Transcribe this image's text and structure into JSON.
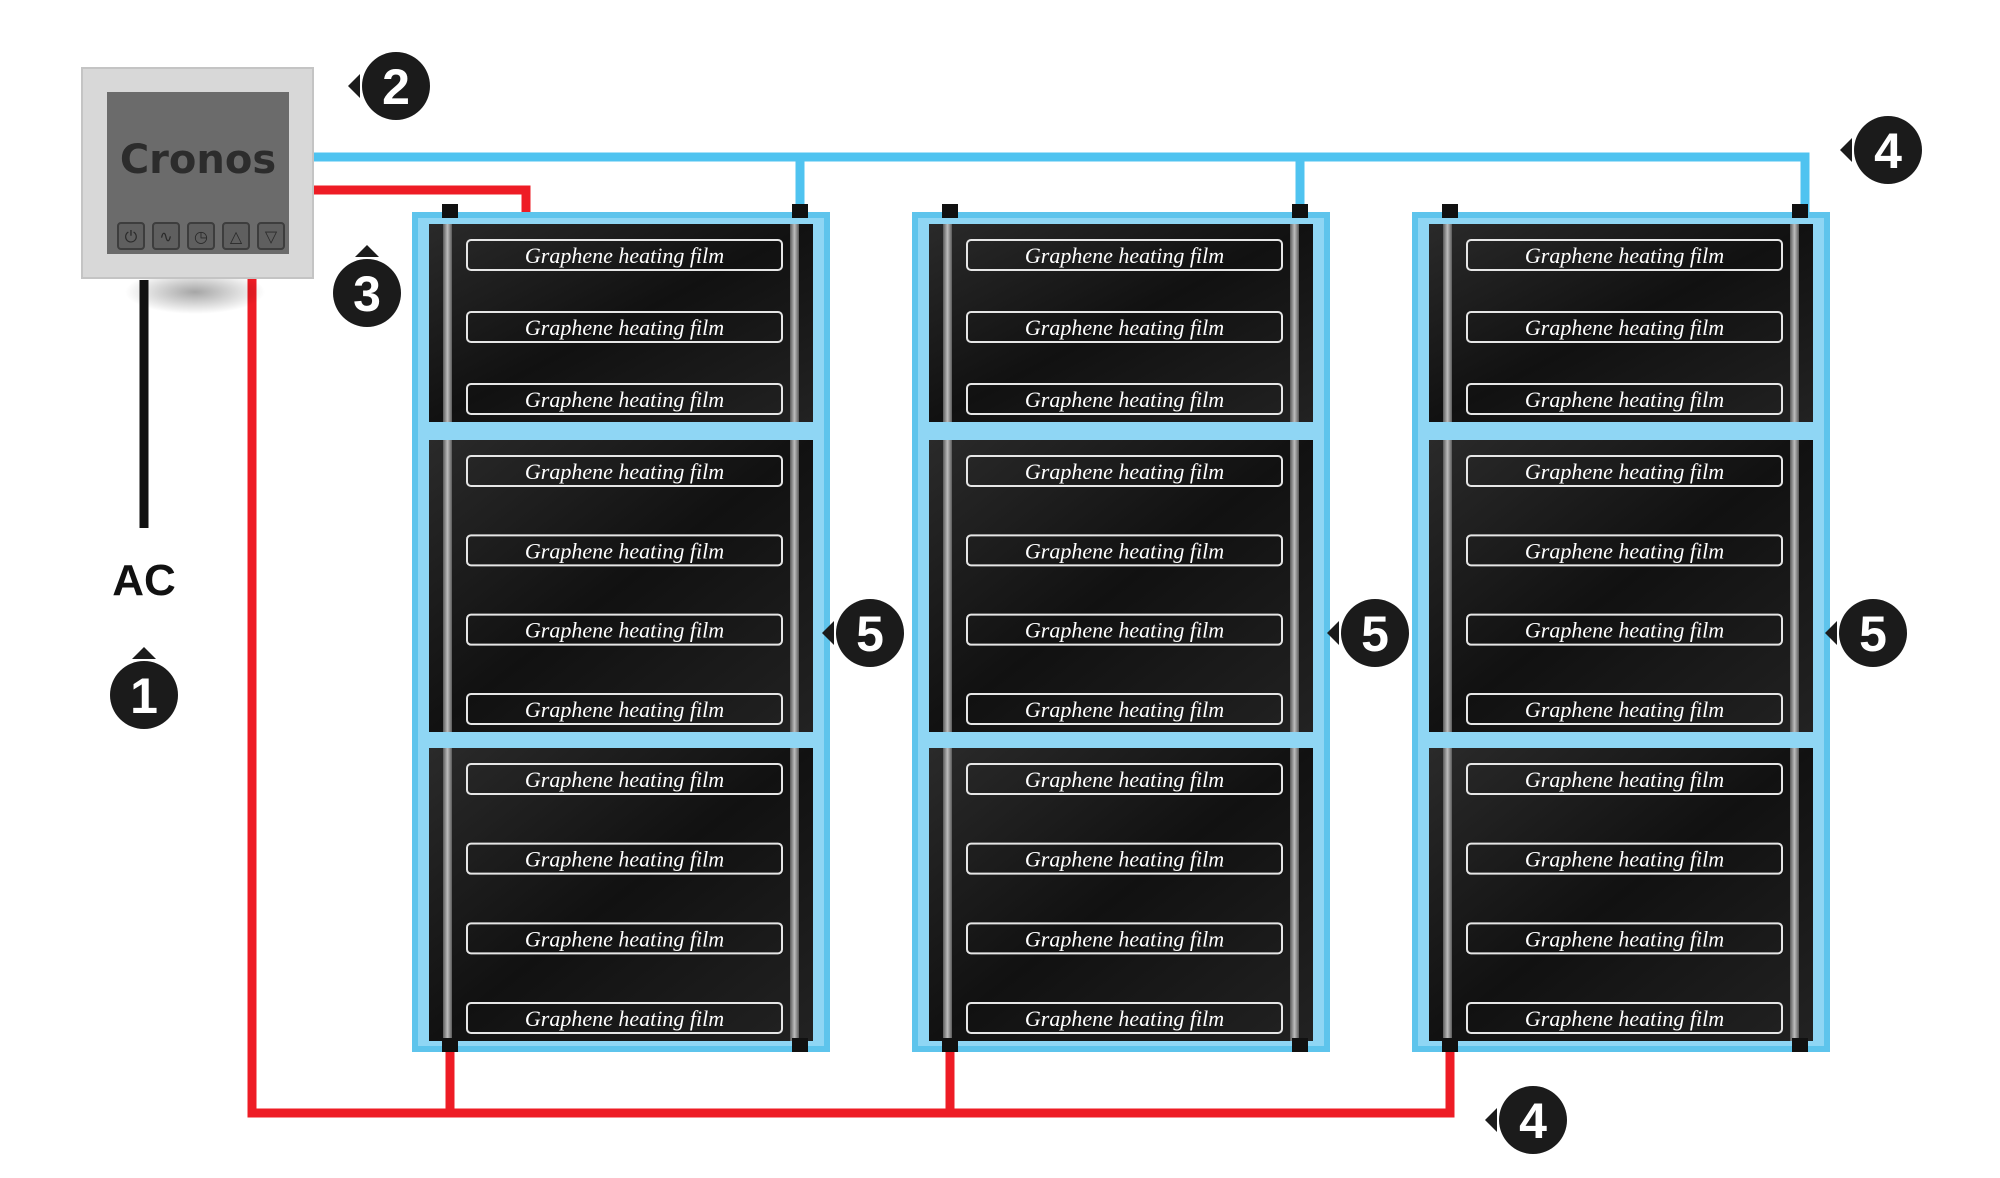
{
  "thermostat": {
    "brand": "Cronos",
    "buttons": [
      "power-icon",
      "wave-icon",
      "clock-icon",
      "up-arrow-icon",
      "down-arrow-icon"
    ]
  },
  "ac_label": "AC",
  "film_label": "Graphene heating film",
  "film_counts_per_section": [
    3,
    4,
    4
  ],
  "panel_count": 3,
  "callouts": {
    "ac": "1",
    "thermostat": "2",
    "sensor": "3",
    "supply_top": "4",
    "supply_bottom": "4",
    "panel": "5"
  },
  "colors": {
    "live_wire": "#ee1c25",
    "neutral_wire": "#4fc3f0",
    "panel_border": "#5ec4ec",
    "film": "#151515",
    "badge": "#1b1b1b"
  }
}
